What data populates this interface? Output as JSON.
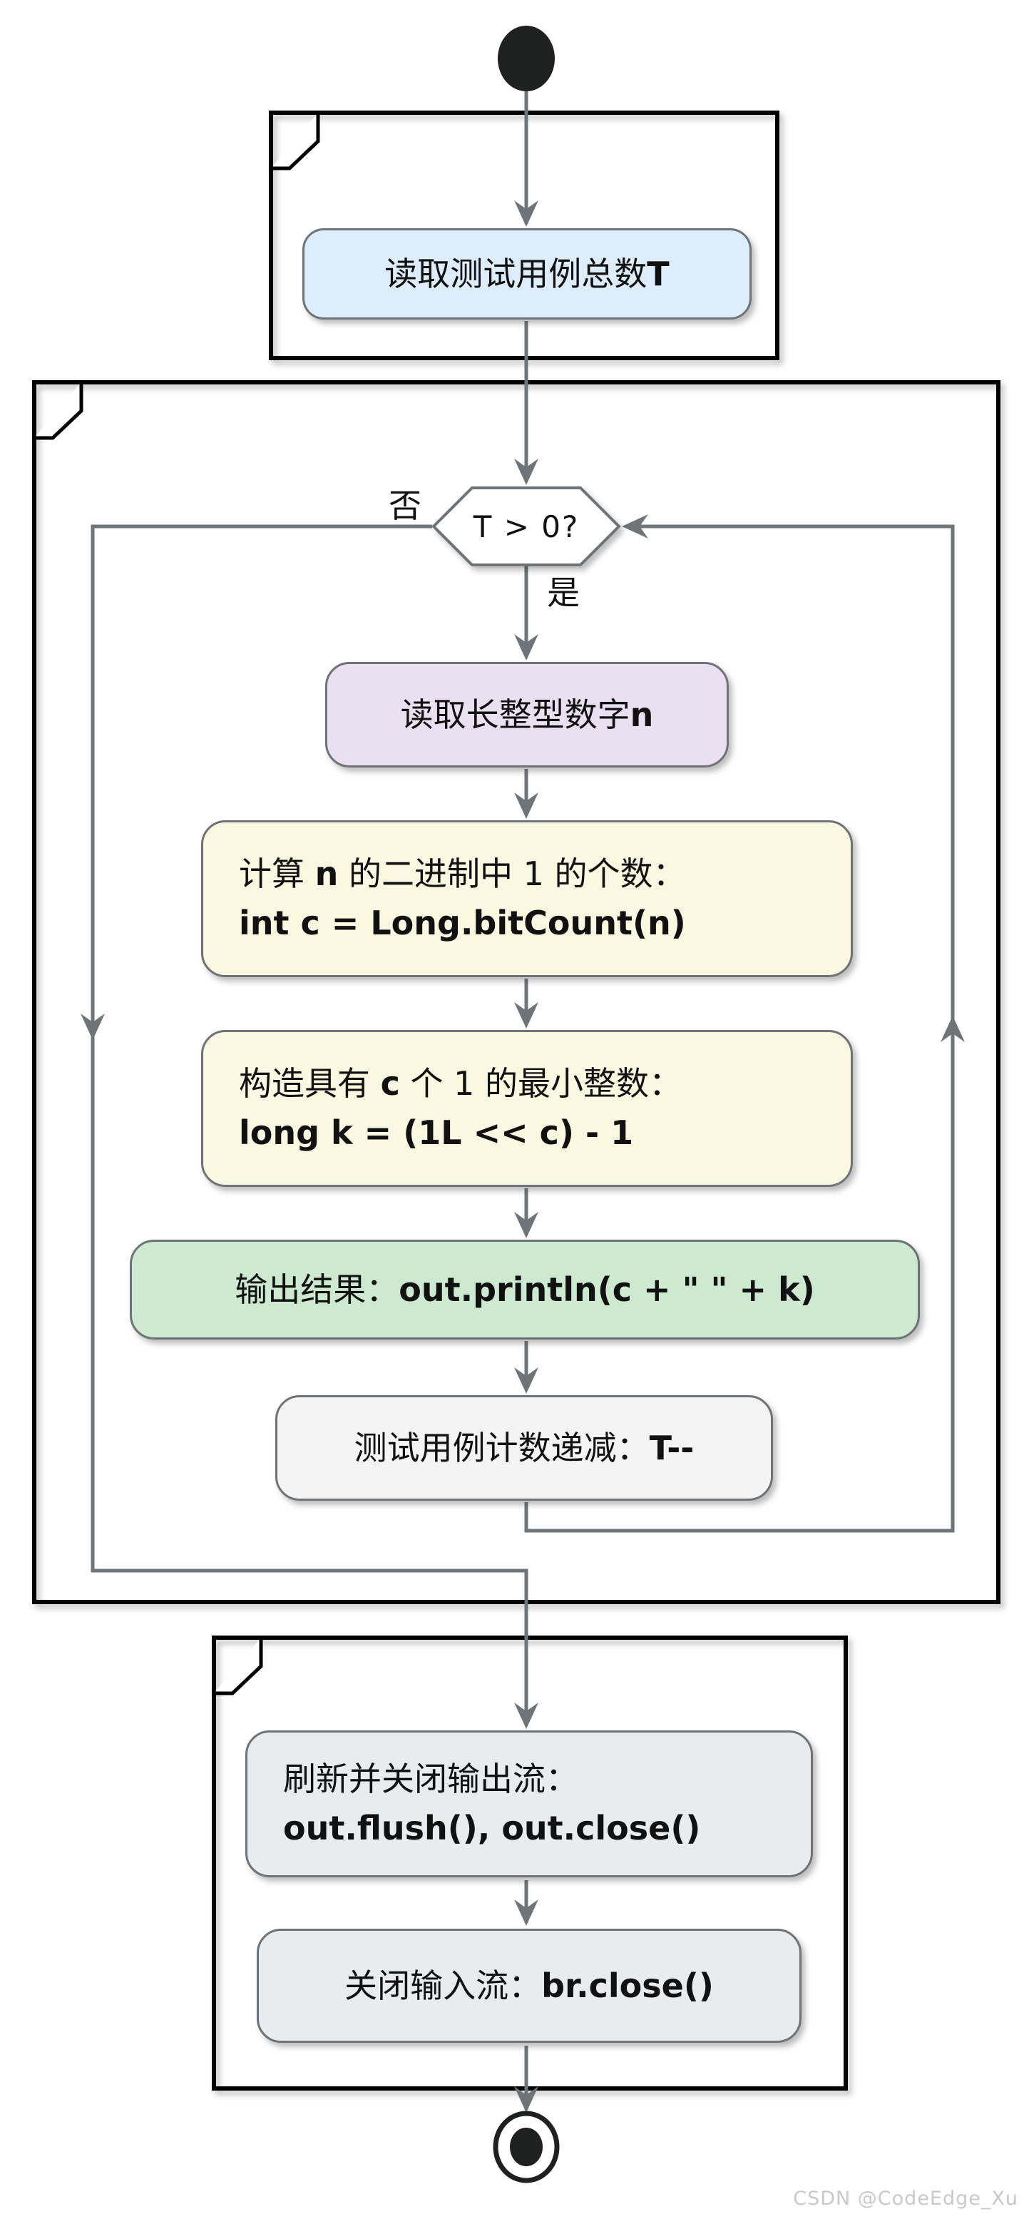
{
  "watermark": "CSDN @CodeEdge_Xu",
  "decision": {
    "label": "T > 0?",
    "no_label": "否",
    "yes_label": "是"
  },
  "nodes": {
    "read_total": {
      "fill": "#ddedfb",
      "segments": [
        {
          "t": "读取测试用例总数 "
        },
        {
          "t": "T",
          "b": true
        }
      ]
    },
    "read_n": {
      "fill": "#ebdff2",
      "segments": [
        {
          "t": "读取长整型数字 "
        },
        {
          "t": "n",
          "b": true
        }
      ]
    },
    "count_bits": {
      "fill": "#fbf8e2",
      "lines": [
        [
          {
            "t": "计算 "
          },
          {
            "t": "n",
            "b": true
          },
          {
            "t": " 的二进制中 1 的个数："
          }
        ],
        [
          {
            "t": "int c = Long.bitCount(n)",
            "b": true
          }
        ]
      ]
    },
    "build_k": {
      "fill": "#fbf8e2",
      "lines": [
        [
          {
            "t": "构造具有 "
          },
          {
            "t": "c",
            "b": true
          },
          {
            "t": " 个 1 的最小整数："
          }
        ],
        [
          {
            "t": "long k = (1L << c) - 1",
            "b": true
          }
        ]
      ]
    },
    "output": {
      "fill": "#cde9d0",
      "segments": [
        {
          "t": "输出结果： "
        },
        {
          "t": "out.println(c + \" \" + k)",
          "b": true
        }
      ]
    },
    "decrement": {
      "fill": "#f4f4f4",
      "segments": [
        {
          "t": "测试用例计数递减："
        },
        {
          "t": "T--",
          "b": true
        }
      ]
    },
    "flush_close": {
      "fill": "#e8ecef",
      "lines": [
        [
          {
            "t": "刷新并关闭输出流："
          }
        ],
        [
          {
            "t": "out.flush(), out.close()",
            "b": true
          }
        ]
      ]
    },
    "close_input": {
      "fill": "#e8ecef",
      "segments": [
        {
          "t": "关闭输入流： "
        },
        {
          "t": "br.close()",
          "b": true
        }
      ]
    }
  },
  "colors": {
    "node_border": "#6e7377",
    "edge": "#6f7478",
    "frame": "#000000",
    "hexagon_fill": "#ffffff",
    "start_end": "#1f2020",
    "text": "#111111",
    "watermark": "#c9c9c9",
    "blue": "#ddedfb",
    "purple": "#ebdff2",
    "yellow": "#fbf8e2",
    "green": "#cde9d0",
    "gray": "#f4f4f4",
    "steel": "#e8ecef"
  }
}
